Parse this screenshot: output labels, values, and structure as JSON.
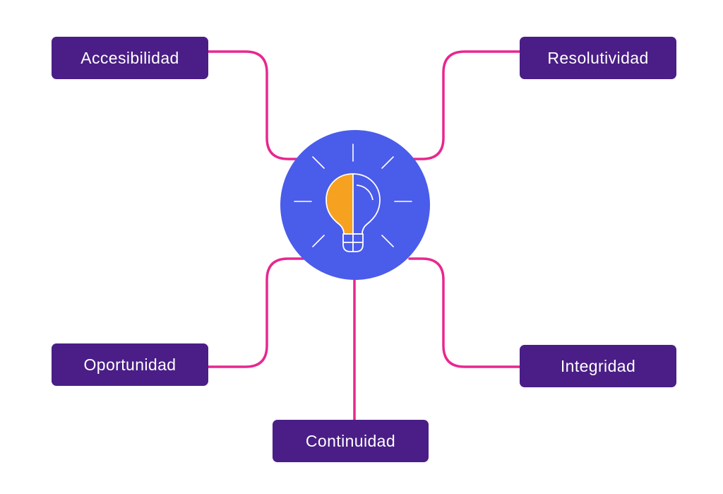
{
  "colors": {
    "box": "#4a1e86",
    "connector": "#e8278f",
    "hub": "#4a5cea",
    "bulb_fill": "#f6a11f",
    "bulb_stroke": "#ffffff",
    "box_text": "#ffffff"
  },
  "center": {
    "icon": "lightbulb-icon"
  },
  "nodes": {
    "accesibilidad": "Accesibilidad",
    "resolutividad": "Resolutividad",
    "oportunidad": "Oportunidad",
    "integridad": "Integridad",
    "continuidad": "Continuidad"
  }
}
